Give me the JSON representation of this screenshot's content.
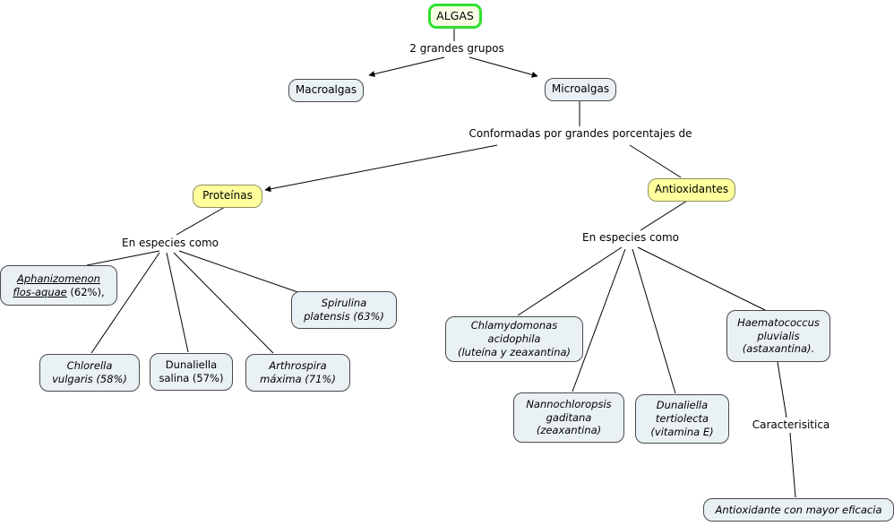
{
  "title": "Mapa conceptual ALGAS",
  "colors": {
    "root_border": "#2fe02f",
    "root_fill": "#f7ffe3",
    "node_fill": "#e9f1f5",
    "node_border": "#4a4a4a",
    "highlight_fill": "#ffff9c",
    "highlight_border": "#8f8f62",
    "line": "#000000",
    "background": "#ffffff"
  },
  "nodes": {
    "algas": "ALGAS",
    "macroalgas": "Macroalgas",
    "microalgas": "Microalgas",
    "proteinas": "Proteínas",
    "antioxidantes": "Antioxidantes",
    "aphanizomenon": {
      "line1": "Aphanizomenon",
      "line2_name": "flos-aquae",
      "line2_rest": " (62%),"
    },
    "spirulina": {
      "line1": "Spirulina",
      "line2": "platensis (63%)"
    },
    "chlorella": {
      "line1": "Chlorella",
      "line2": "vulgaris  (58%)"
    },
    "dunaliella_salina": {
      "line1": "Dunaliella",
      "line2": "salina (57%)"
    },
    "arthrospira": {
      "line1": "Arthrospira",
      "line2": "máxima  (71%)"
    },
    "chlamydomonas": {
      "line1": "Chlamydomonas",
      "line2": "acidophila",
      "line3": "(luteína y zeaxantina)"
    },
    "nannochloropsis": {
      "line1": "Nannochloropsis",
      "line2": "gaditana",
      "line3": "(zeaxantina)"
    },
    "dunaliella_tertiolecta": {
      "line1": "Dunaliella",
      "line2": "tertiolecta",
      "line3": "(vitamina E)"
    },
    "haematococcus": {
      "line1": "Haematococcus",
      "line2": "pluvialis",
      "line3": "(astaxantina)."
    },
    "eficacia": "Antioxidante con mayor eficacia"
  },
  "linking_phrases": {
    "grupos": "2 grandes grupos",
    "conformadas": "Conformadas por grandes porcentajes de",
    "especies_izq": "En especies como",
    "especies_der": "En especies como",
    "caracteristica": "Caracterisitica"
  }
}
